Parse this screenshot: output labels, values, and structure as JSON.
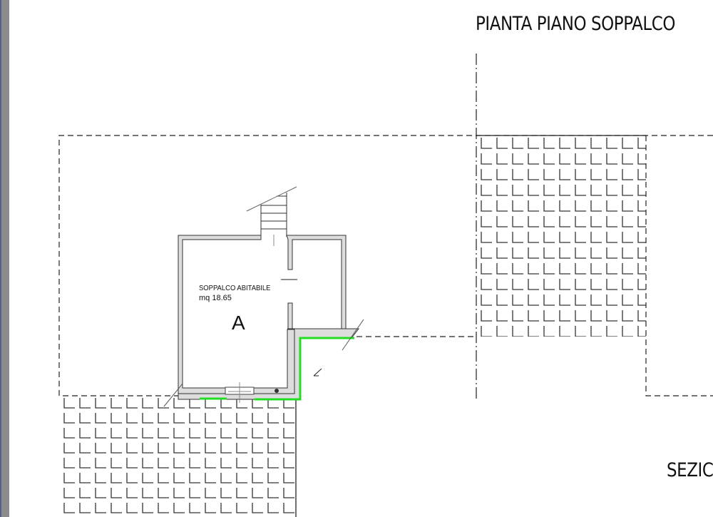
{
  "drawing": {
    "plan_title": "PIANTA PIANO SOPPALCO",
    "section_title": "SEZIC",
    "room": {
      "name": "SOPPALCO ABITABILE",
      "area": "mq 18.65",
      "label": "A"
    }
  },
  "colors": {
    "wall_fill": "#d8d8d8",
    "highlight_wall": "#22dd22",
    "line": "#222222"
  }
}
